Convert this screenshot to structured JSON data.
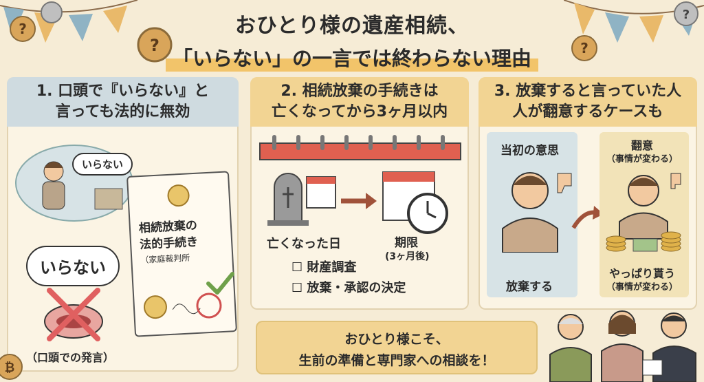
{
  "title": {
    "line1": "おひとり様の遺産相続、",
    "line2": "「いらない」の一言では終わらない理由"
  },
  "panel1": {
    "heading_line1": "1. 口頭で『いらない』と",
    "heading_line2": "言っても法的に無効",
    "thought_text": "いらない",
    "speech_text": "いらない",
    "doc_line1": "相続放棄の",
    "doc_line2": "法的手続き",
    "doc_sub": "（家庭裁判所",
    "caption": "（口頭での発言）"
  },
  "panel2": {
    "heading_line1": "2. 相続放棄の手続きは",
    "heading_line2": "亡くなってから3ヶ月以内",
    "death_label": "亡くなった日",
    "deadline_label": "期限",
    "deadline_sub": "(3ヶ月後)",
    "checklist": [
      "財産調査",
      "放棄・承認の決定"
    ]
  },
  "panel3": {
    "heading_line1": "3. 放棄すると言っていた人",
    "heading_line2": "人が翻意するケースも",
    "left_label": "当初の意思",
    "left_caption": "放棄する",
    "right_label": "翻意",
    "right_label_sub": "（事情が変わる）",
    "right_caption": "やっぱり貰う",
    "right_caption_sub": "（事情が変わる）"
  },
  "footer": {
    "line1": "おひとり様こそ、",
    "line2": "生前の準備と専門家への相談を！"
  },
  "colors": {
    "background": "#f6ecd6",
    "panel1_header": "#cfdbe0",
    "panel2_header": "#f2d493",
    "footer_bg": "#f2d493",
    "cross": "#e06060",
    "check": "#6fa04a"
  }
}
